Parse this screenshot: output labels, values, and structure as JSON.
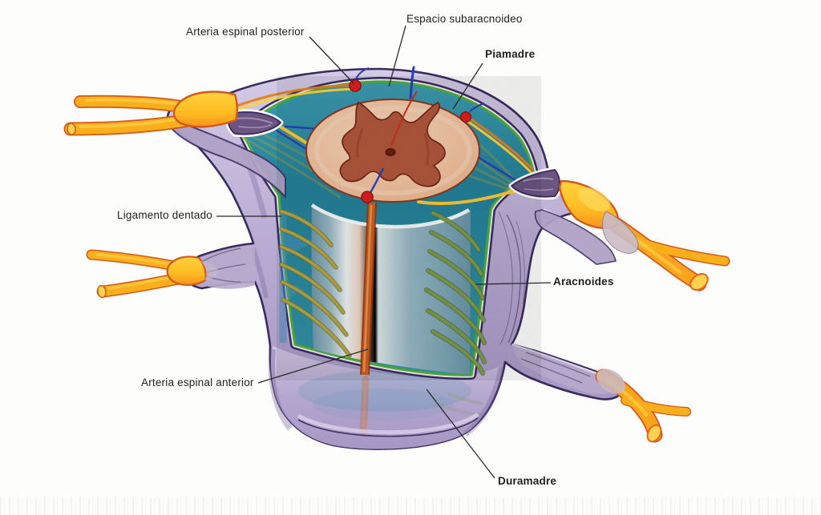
{
  "diagram": {
    "kind": "anatomical-illustration",
    "labels": [
      {
        "id": "arteria-espinal-posterior",
        "text": "Arteria espinal posterior",
        "emphasis": "regular"
      },
      {
        "id": "espacio-subaracnoideo",
        "text": "Espacio subaracnoideo",
        "emphasis": "regular"
      },
      {
        "id": "piamadre",
        "text": "Piamadre",
        "emphasis": "bold"
      },
      {
        "id": "ligamento-dentado",
        "text": "Ligamento dentado",
        "emphasis": "regular"
      },
      {
        "id": "aracnoides",
        "text": "Aracnoides",
        "emphasis": "bold"
      },
      {
        "id": "arteria-espinal-anterior",
        "text": "Arteria espinal anterior",
        "emphasis": "regular"
      },
      {
        "id": "duramadre",
        "text": "Duramadre",
        "emphasis": "bold"
      }
    ],
    "colors": {
      "background": "#fdfdfb",
      "dura_lavender": "#b9acd3",
      "dura_outline": "#3a2b5e",
      "arachnoid_green": "#4fae3f",
      "subarachnoid_teal": "#2b8da1",
      "cord_surface_blue": "#9dbcc8",
      "cord_section_peach": "#f2c09c",
      "gray_matter_brown": "#b2583c",
      "nerve_yellow": "#ffc425",
      "nerve_outline_orange": "#d4581c",
      "artery_red": "#de1f1f",
      "anterior_artery_orange": "#d0601f",
      "vein_blue": "#2b3fbb",
      "rootlet_olive": "#8f9a4a",
      "label_text": "#1f1f1d",
      "leader_line": "#2a2a28"
    }
  }
}
